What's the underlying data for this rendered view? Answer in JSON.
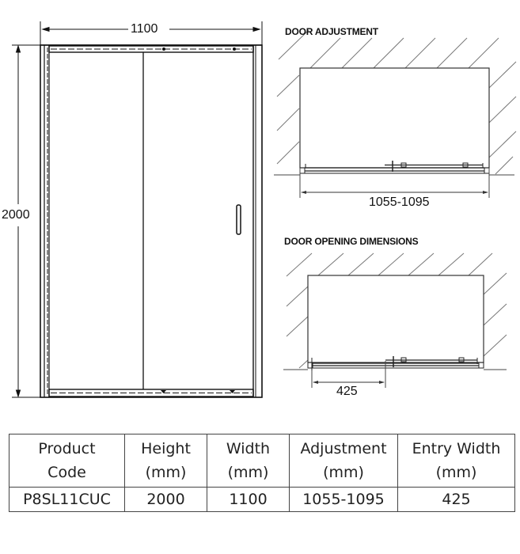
{
  "front_view": {
    "width_label": "1100",
    "height_label": "2000"
  },
  "door_adjustment": {
    "title": "DOOR ADJUSTMENT",
    "range_label": "1055-1095"
  },
  "door_opening": {
    "title": "DOOR OPENING DIMENSIONS",
    "entry_label": "425"
  },
  "spec_table": {
    "headers": [
      {
        "line1": "Product",
        "line2": "Code"
      },
      {
        "line1": "Height",
        "line2": "(mm)"
      },
      {
        "line1": "Width",
        "line2": "(mm)"
      },
      {
        "line1": "Adjustment",
        "line2": "(mm)"
      },
      {
        "line1": "Entry Width",
        "line2": "(mm)"
      }
    ],
    "rows": [
      [
        "P8SL11CUC",
        "2000",
        "1100",
        "1055-1095",
        "425"
      ]
    ]
  }
}
